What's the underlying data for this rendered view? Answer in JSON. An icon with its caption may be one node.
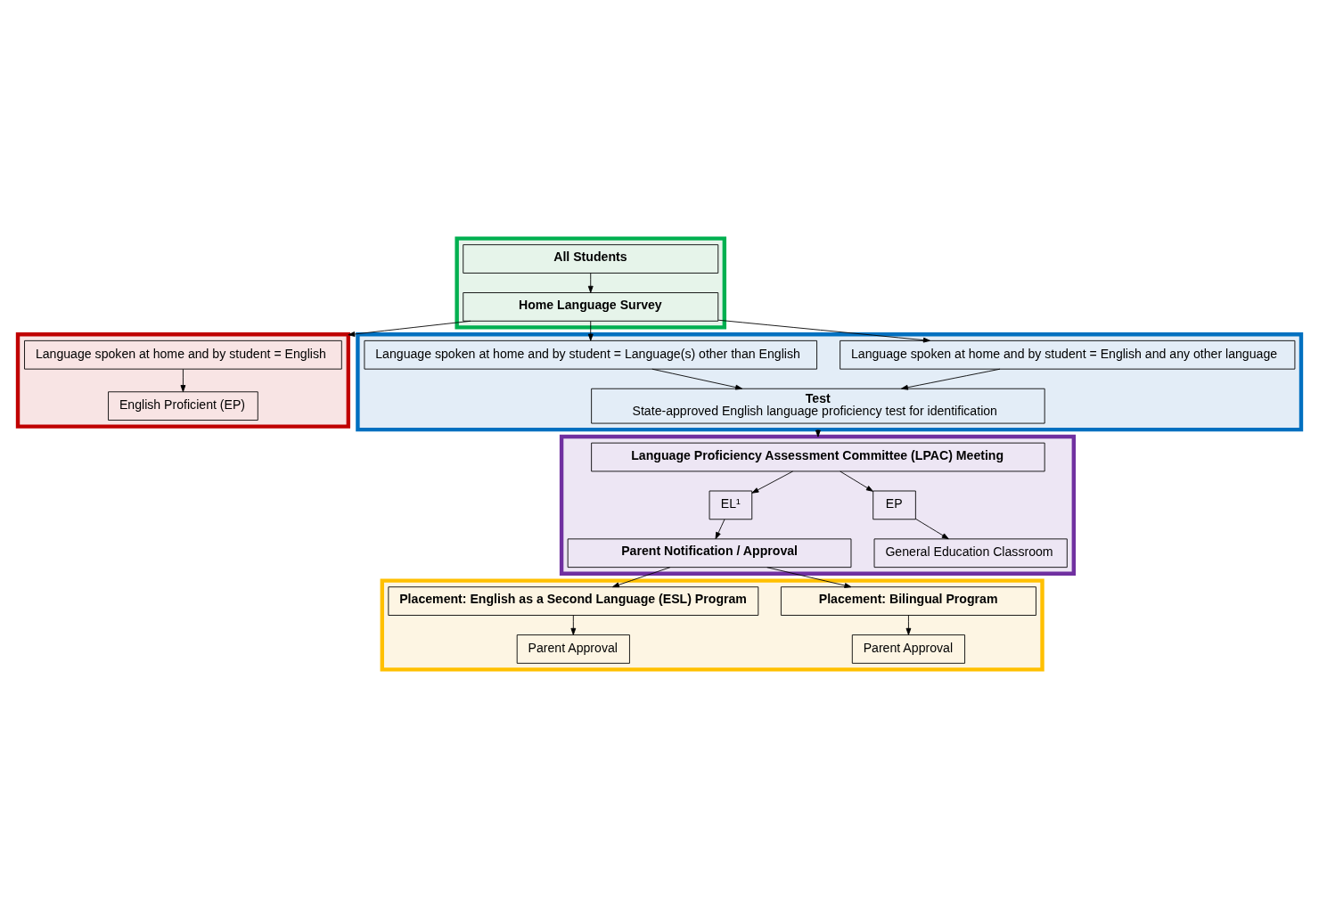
{
  "diagram": {
    "nodes": [
      {
        "text": [],
        "shape": "box"
      },
      {
        "text": [
          "All Students"
        ],
        "in": 0
      },
      {
        "text": [
          "Home Language Survey"
        ],
        "in": 0
      },
      {
        "text": [],
        "shape": "box"
      },
      {
        "text": [
          "Language spoken at home and by student = English"
        ],
        "in": 3
      },
      {
        "text": [
          "English Proficient (EP)"
        ],
        "in": 3
      },
      {
        "text": [],
        "shape": "box"
      },
      {
        "text": [
          "Language spoken at home and by student = English and any other language"
        ],
        "in": 6
      },
      {
        "text": [
          "Language spoken at home and by student = Language(s) other than English"
        ],
        "in": 6
      },
      {
        "text": [
          "Test",
          "State-approved English language proficiency test for identification"
        ],
        "in": 6
      },
      {
        "text": [],
        "shape": "box"
      },
      {
        "text": [
          "Language Proficiency Assessment Committee (LPAC) Meeting"
        ],
        "in": 10
      },
      {
        "text": [
          "EL¹"
        ],
        "in": 10
      },
      {
        "text": [
          "EP"
        ],
        "in": 10
      },
      {
        "text": [
          "General Education Classroom"
        ],
        "in": 10
      },
      {
        "text": [
          "Parent Notification / Approval"
        ],
        "in": 10
      },
      {
        "text": [],
        "shape": "box"
      },
      {
        "text": [
          "Placement: Bilingual Program"
        ],
        "in": 16
      },
      {
        "text": [
          "Parent Approval"
        ],
        "in": 16
      },
      {
        "text": [
          "Placement: English as a Second Language (ESL) Program"
        ],
        "in": 16
      },
      {
        "text": [
          "Parent Approval"
        ],
        "in": 16
      }
    ],
    "edges": [
      {
        "from": 1,
        "to": 2,
        "arrow": "to"
      },
      {
        "from": 2,
        "to": 3,
        "arrow": "to"
      },
      {
        "from": 2,
        "to": 7,
        "arrow": "to"
      },
      {
        "from": 2,
        "to": 8,
        "arrow": "to"
      },
      {
        "from": 4,
        "to": 5,
        "arrow": "to"
      },
      {
        "from": 7,
        "to": 9,
        "arrow": "to"
      },
      {
        "from": 8,
        "to": 9,
        "arrow": "to"
      },
      {
        "from": 6,
        "to": 10,
        "arrow": "to"
      },
      {
        "from": 11,
        "to": 12,
        "arrow": "to"
      },
      {
        "from": 11,
        "to": 13,
        "arrow": "to"
      },
      {
        "from": 13,
        "to": 14,
        "arrow": "to"
      },
      {
        "from": 12,
        "to": 15,
        "arrow": "to"
      },
      {
        "from": 15,
        "to": 17,
        "arrow": "to"
      },
      {
        "from": 15,
        "to": 19,
        "arrow": "to"
      },
      {
        "from": 17,
        "to": 18,
        "arrow": "to"
      },
      {
        "from": 19,
        "to": 20,
        "arrow": "to"
      }
    ]
  }
}
